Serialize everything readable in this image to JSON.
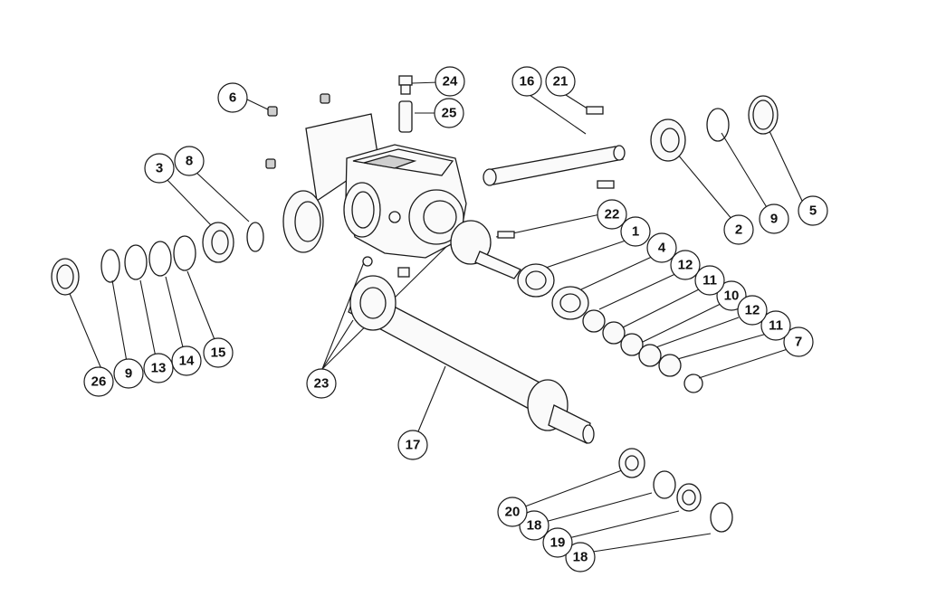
{
  "callouts": [
    {
      "id": "callout-1",
      "label": "1"
    },
    {
      "id": "callout-2",
      "label": "2"
    },
    {
      "id": "callout-3",
      "label": "3"
    },
    {
      "id": "callout-4",
      "label": "4"
    },
    {
      "id": "callout-5",
      "label": "5"
    },
    {
      "id": "callout-6",
      "label": "6"
    },
    {
      "id": "callout-7",
      "label": "7"
    },
    {
      "id": "callout-8",
      "label": "8"
    },
    {
      "id": "callout-9a",
      "label": "9"
    },
    {
      "id": "callout-9b",
      "label": "9"
    },
    {
      "id": "callout-10",
      "label": "10"
    },
    {
      "id": "callout-11a",
      "label": "11"
    },
    {
      "id": "callout-11b",
      "label": "11"
    },
    {
      "id": "callout-12a",
      "label": "12"
    },
    {
      "id": "callout-12b",
      "label": "12"
    },
    {
      "id": "callout-13",
      "label": "13"
    },
    {
      "id": "callout-14",
      "label": "14"
    },
    {
      "id": "callout-15",
      "label": "15"
    },
    {
      "id": "callout-16",
      "label": "16"
    },
    {
      "id": "callout-17",
      "label": "17"
    },
    {
      "id": "callout-18a",
      "label": "18"
    },
    {
      "id": "callout-18b",
      "label": "18"
    },
    {
      "id": "callout-19",
      "label": "19"
    },
    {
      "id": "callout-20",
      "label": "20"
    },
    {
      "id": "callout-21",
      "label": "21"
    },
    {
      "id": "callout-22",
      "label": "22"
    },
    {
      "id": "callout-23",
      "label": "23"
    },
    {
      "id": "callout-24",
      "label": "24"
    },
    {
      "id": "callout-25",
      "label": "25"
    },
    {
      "id": "callout-26",
      "label": "26"
    }
  ]
}
